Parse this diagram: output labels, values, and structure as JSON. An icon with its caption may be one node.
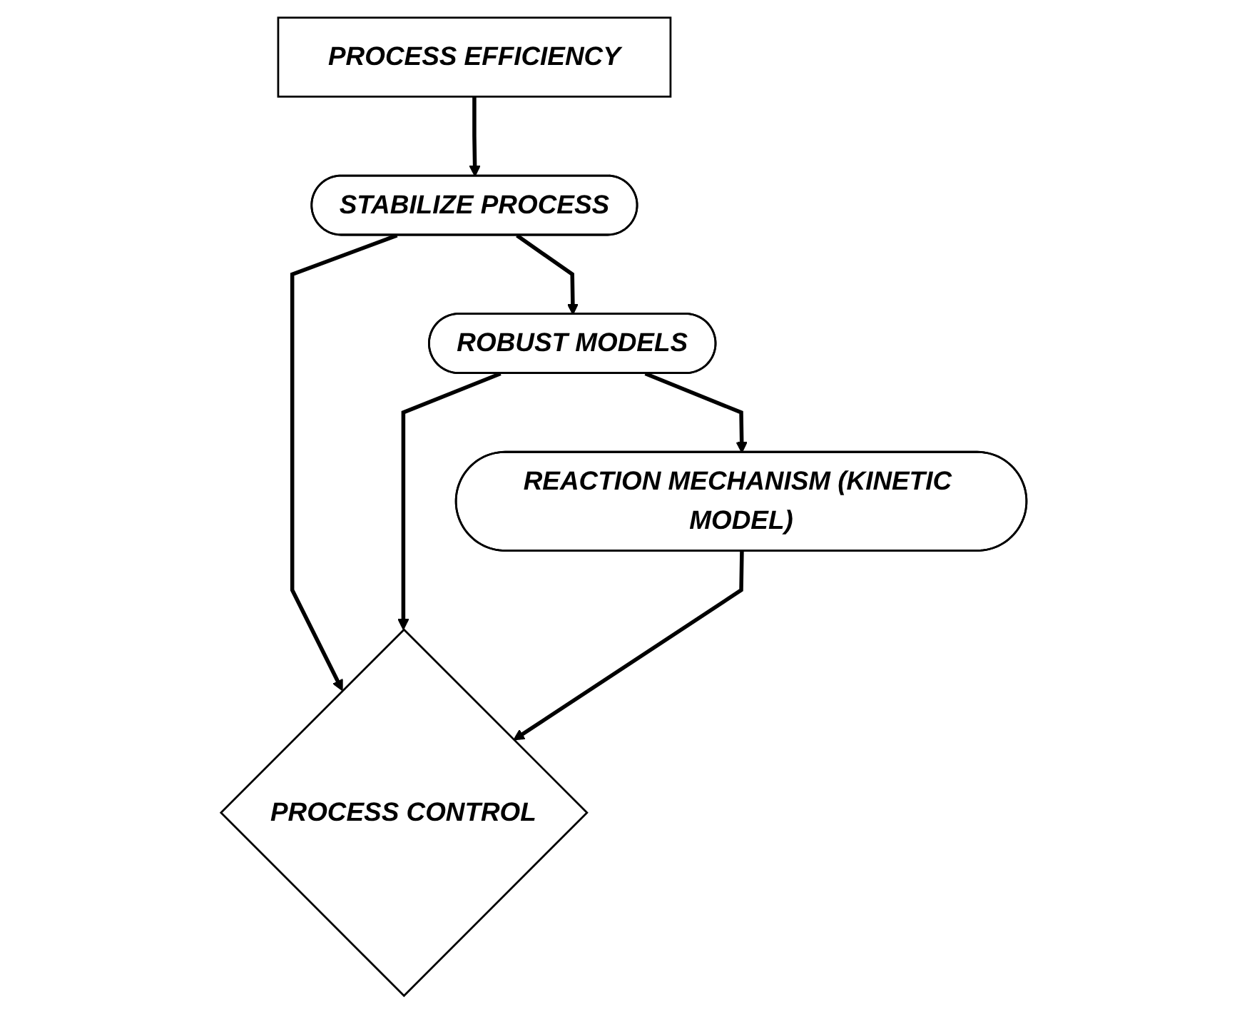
{
  "diagram": {
    "nodes": [
      {
        "text": [
          "PROCESS EFFICIENCY"
        ]
      },
      {
        "text": [
          "STABILIZE PROCESS"
        ]
      },
      {
        "text": [
          "PROCESS CONTROL"
        ]
      },
      {
        "text": [
          "ROBUST MODELS"
        ]
      },
      {
        "text": [
          "REACTION MECHANISM (KINETIC MODEL)"
        ]
      }
    ],
    "edges": [
      {
        "from": 0,
        "to": 1,
        "arrow": "to"
      },
      {
        "from": 1,
        "to": 2,
        "arrow": "to"
      },
      {
        "from": 3,
        "to": 2,
        "arrow": "to"
      },
      {
        "from": 4,
        "to": 2,
        "arrow": "to"
      },
      {
        "from": 1,
        "to": 3,
        "arrow": "to"
      },
      {
        "from": 3,
        "to": 4,
        "arrow": "to"
      }
    ]
  }
}
